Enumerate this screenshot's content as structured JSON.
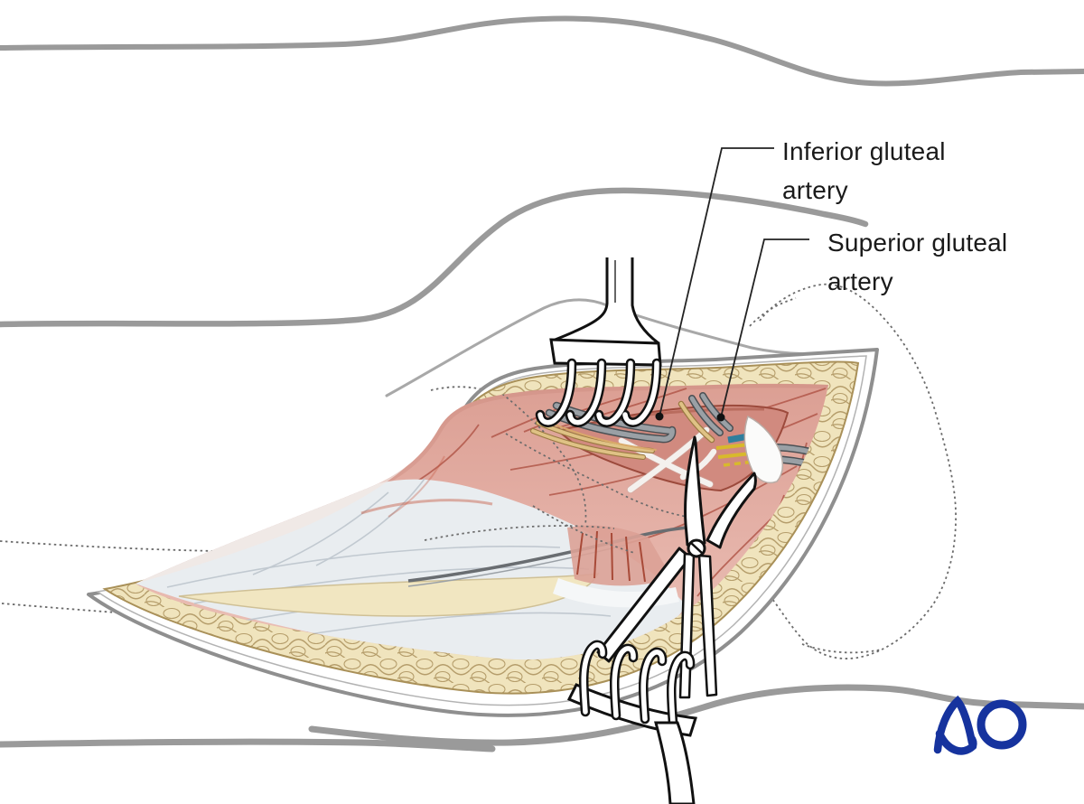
{
  "figure": {
    "alt": "Surgical illustration of a gluteal exposure: an eye-shaped incision held open by two rake retractors, scissors spreading the muscle split, dotted outline of the greater trochanter, with the inferior and superior gluteal arteries labeled."
  },
  "annotations": [
    {
      "id": "inferior-gluteal-artery",
      "lines": [
        "Inferior gluteal",
        "artery"
      ]
    },
    {
      "id": "superior-gluteal-artery",
      "lines": [
        "Superior gluteal",
        "artery"
      ]
    }
  ],
  "logo": {
    "text": "AO"
  },
  "palette": {
    "background": "#ffffff",
    "label-text": "#1a1a1a",
    "leader": "#222222",
    "ao-blue": "#16339e",
    "outline-gray": "#9a9a9a",
    "skin-fat": "#f0e4bd",
    "muscle-pink": "#e0a89e",
    "fascia-gray": "#e9edf0",
    "nerve-yellow": "#d8b92c",
    "vessel-teal": "#2f7e9d"
  }
}
